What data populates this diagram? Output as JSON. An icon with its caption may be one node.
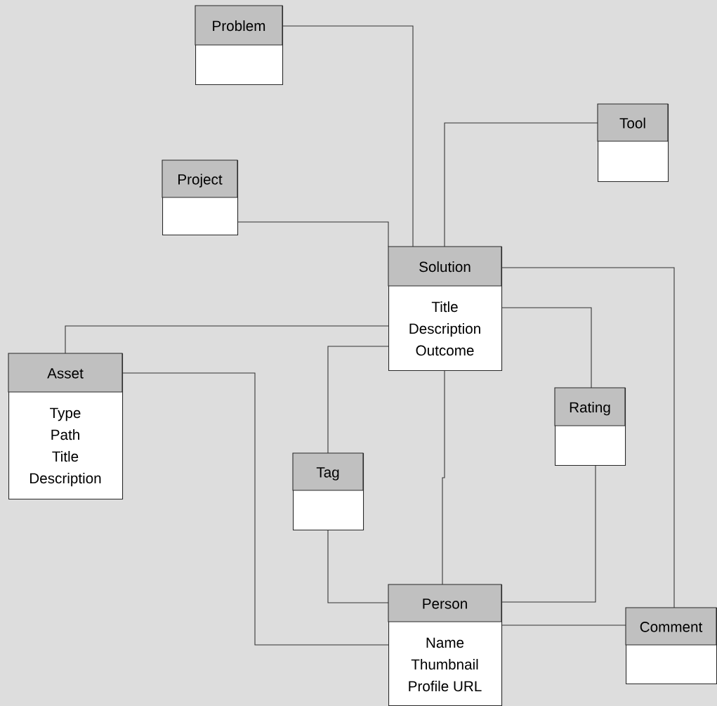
{
  "diagram": {
    "nodes": [
      {
        "text": [
          "Problem"
        ]
      },
      {
        "text": [
          "Tool"
        ]
      },
      {
        "text": [
          "Project"
        ]
      },
      {
        "text": [
          "Solution",
          "Title",
          "Description",
          "Outcome"
        ]
      },
      {
        "text": [
          "Asset",
          "Type",
          "Path",
          "Title",
          "Description"
        ]
      },
      {
        "text": [
          "Rating"
        ]
      },
      {
        "text": [
          "Tag"
        ]
      },
      {
        "text": [
          "Person",
          "Name",
          "Thumbnail",
          "Profile URL"
        ]
      },
      {
        "text": [
          "Comment"
        ]
      }
    ],
    "edges": [
      {
        "from": 0,
        "to": 3,
        "arrow": "none"
      },
      {
        "from": 1,
        "to": 3,
        "arrow": "none"
      },
      {
        "from": 2,
        "to": 3,
        "arrow": "none"
      },
      {
        "from": 3,
        "to": 8,
        "arrow": "none"
      },
      {
        "from": 3,
        "to": 5,
        "arrow": "none"
      },
      {
        "from": 3,
        "to": 4,
        "arrow": "none"
      },
      {
        "from": 3,
        "to": 6,
        "arrow": "none"
      },
      {
        "from": 3,
        "to": 7,
        "arrow": "none"
      },
      {
        "from": 4,
        "to": 7,
        "arrow": "none"
      },
      {
        "from": 6,
        "to": 7,
        "arrow": "none"
      },
      {
        "from": 5,
        "to": 7,
        "arrow": "none"
      },
      {
        "from": 7,
        "to": 8,
        "arrow": "none"
      }
    ]
  }
}
